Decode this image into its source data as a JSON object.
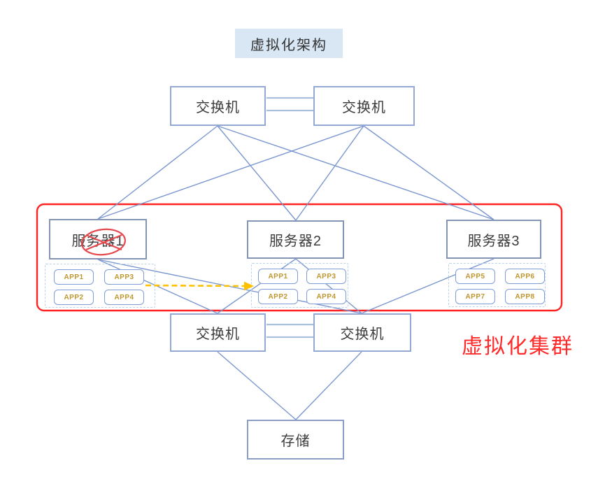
{
  "title": {
    "text": "虚拟化架构"
  },
  "cluster": {
    "label": "虚拟化集群",
    "border_color": "#ff2222",
    "label_color": "#ff2b2b"
  },
  "nodes": {
    "top_switch_1": "交换机",
    "top_switch_2": "交换机",
    "server_1": "服务器1",
    "server_2": "服务器2",
    "server_3": "服务器3",
    "bottom_switch_1": "交换机",
    "bottom_switch_2": "交换机",
    "storage": "存储"
  },
  "apps": {
    "server_1": [
      "APP1",
      "APP3",
      "APP2",
      "APP4"
    ],
    "server_2": [
      "APP1",
      "APP3",
      "APP2",
      "APP4"
    ],
    "server_3": [
      "APP5",
      "APP6",
      "APP7",
      "APP8"
    ]
  },
  "edges": [
    {
      "from": "top-switch-1",
      "to": "top-switch-2",
      "type": "double-link"
    },
    {
      "from": "top-switch-1",
      "to": "server-1",
      "type": "line"
    },
    {
      "from": "top-switch-1",
      "to": "server-2",
      "type": "line"
    },
    {
      "from": "top-switch-1",
      "to": "server-3",
      "type": "line"
    },
    {
      "from": "top-switch-2",
      "to": "server-1",
      "type": "line"
    },
    {
      "from": "top-switch-2",
      "to": "server-2",
      "type": "line"
    },
    {
      "from": "top-switch-2",
      "to": "server-3",
      "type": "line"
    },
    {
      "from": "server-1",
      "to": "bottom-switch-1",
      "type": "line"
    },
    {
      "from": "server-1",
      "to": "bottom-switch-2",
      "type": "line"
    },
    {
      "from": "server-2",
      "to": "bottom-switch-1",
      "type": "line"
    },
    {
      "from": "server-2",
      "to": "bottom-switch-2",
      "type": "line"
    },
    {
      "from": "server-3",
      "to": "bottom-switch-2",
      "type": "line"
    },
    {
      "from": "bottom-switch-1",
      "to": "bottom-switch-2",
      "type": "double-link"
    },
    {
      "from": "bottom-switch-1",
      "to": "storage",
      "type": "line"
    },
    {
      "from": "bottom-switch-2",
      "to": "storage",
      "type": "line"
    }
  ],
  "annotations": {
    "failure_mark": {
      "type": "crossed-ellipse",
      "on": "server-1",
      "color": "#e5484d"
    },
    "migration_arrow": {
      "type": "dashed-arrow",
      "from": "server-1-apps",
      "to": "server-2-apps",
      "color": "#ffc000"
    }
  },
  "colors": {
    "link_line": "#7b97cf",
    "double_link": "#a9bfdd",
    "node_border": "#8b9dc6",
    "app_border": "#7f9ed8",
    "app_text": "#bf9730",
    "title_bg": "#d9e7f5"
  }
}
